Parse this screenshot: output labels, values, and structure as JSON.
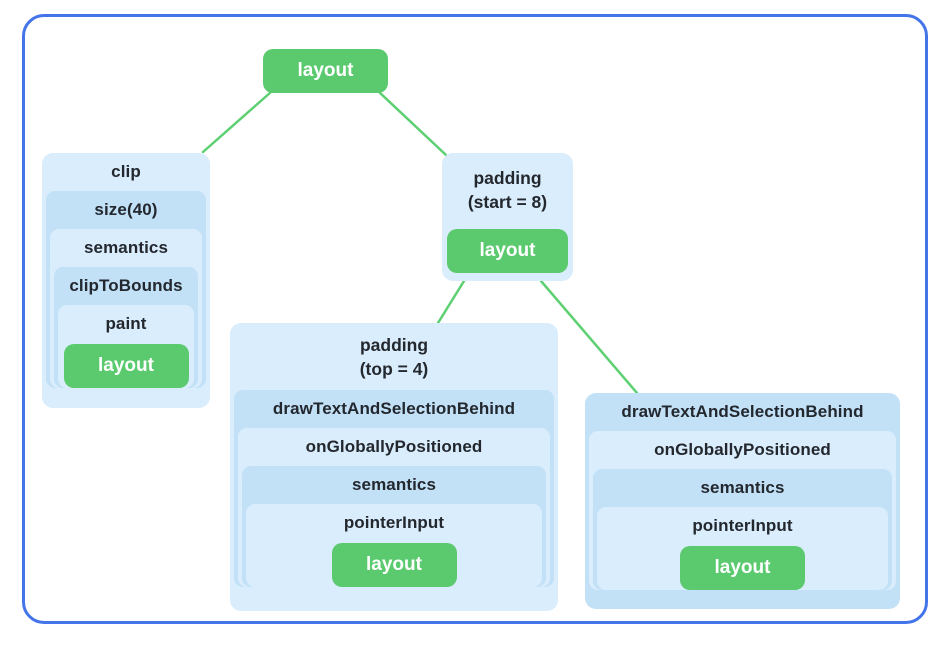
{
  "diagram": {
    "description": "modifier chain tree",
    "colors": {
      "frame_border": "#4374e9",
      "edge_green": "#5dd072",
      "node_green": "#5bca6e",
      "blue_light": "#daedfc",
      "blue_mid": "#c2e1f7",
      "label_text": "#23272e",
      "green_label_text": "#ffffff"
    },
    "root": {
      "label": "layout"
    },
    "clip_chain": {
      "clip": "clip",
      "size": "size(40)",
      "semantics": "semantics",
      "clip_to_bounds": "clipToBounds",
      "paint": "paint",
      "layout": "layout"
    },
    "padding_start": {
      "label": "padding",
      "param": "(start = 8)",
      "layout": "layout"
    },
    "padding_top_chain": {
      "label": "padding",
      "param": "(top = 4)",
      "draw_text": "drawTextAndSelectionBehind",
      "on_globally_positioned": "onGloballyPositioned",
      "semantics": "semantics",
      "pointer_input": "pointerInput",
      "layout": "layout"
    },
    "draw_text_chain": {
      "draw_text": "drawTextAndSelectionBehind",
      "on_globally_positioned": "onGloballyPositioned",
      "semantics": "semantics",
      "pointer_input": "pointerInput",
      "layout": "layout"
    }
  }
}
